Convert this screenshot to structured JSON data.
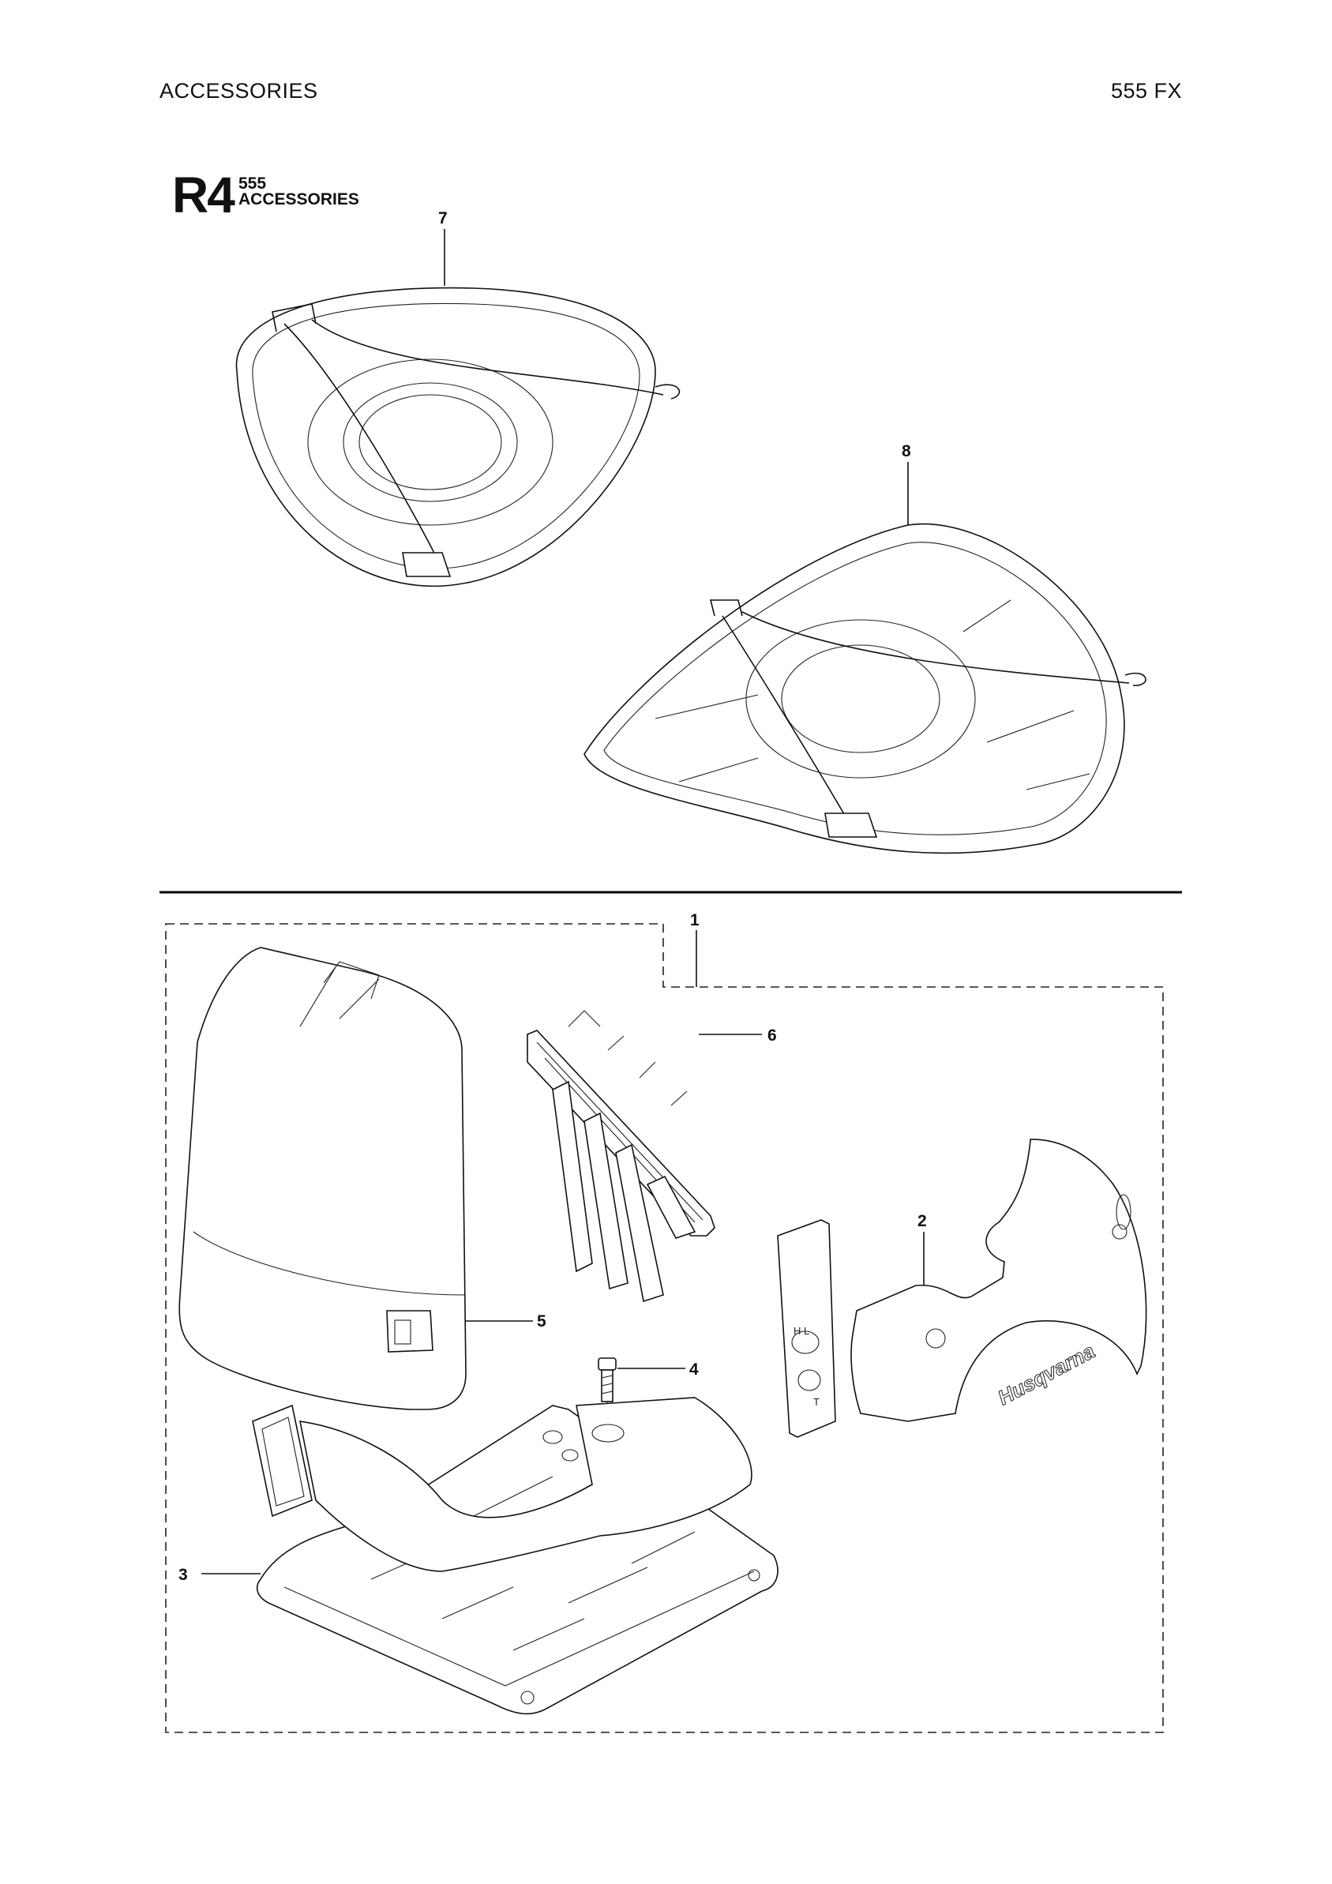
{
  "header": {
    "section": "ACCESSORIES",
    "model": "555 FX"
  },
  "title": {
    "code": "R4",
    "model": "555",
    "name": "ACCESSORIES"
  },
  "callouts": {
    "p1": "1",
    "p2": "2",
    "p3": "3",
    "p4": "4",
    "p5": "5",
    "p6": "6",
    "p7": "7",
    "p8": "8"
  },
  "part_markings": {
    "brand_logo": "Husqvarna",
    "adjust_hl": "H L",
    "adjust_t": "T"
  }
}
